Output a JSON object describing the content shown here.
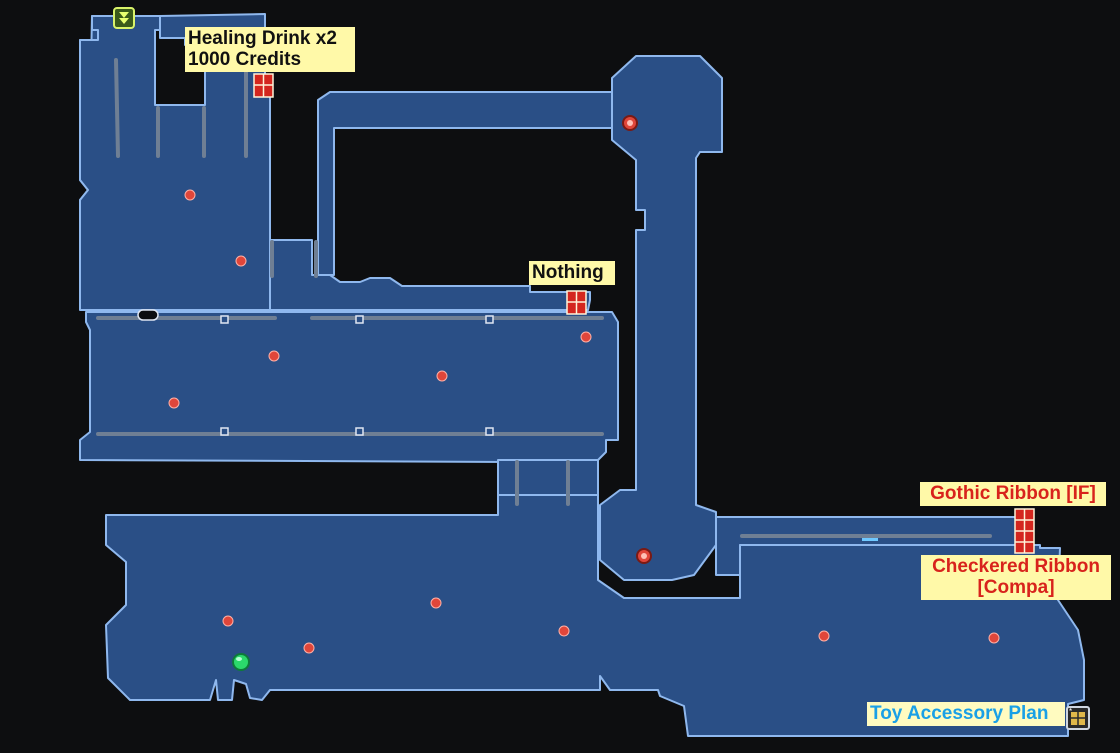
{
  "map": {
    "colors": {
      "background": "#0d0e10",
      "floor": "#2a4f86",
      "floor_border": "#8fb8ee",
      "rail": "#6f7f94",
      "enemy": "#e0463a",
      "player": "#2bd96b",
      "chest": "#d4261e",
      "label_bg": "#fff9a8"
    },
    "labels": {
      "top_chest": {
        "line1": "Healing Drink x2",
        "line2": "1000 Credits"
      },
      "mid_chest": {
        "text": "Nothing"
      },
      "right_chest_top": {
        "text": "Gothic Ribbon [IF]"
      },
      "right_chest_bottom": {
        "line1": "Checkered Ribbon",
        "line2": "[Compa]"
      },
      "plan": {
        "text": "Toy Accessory Plan"
      }
    },
    "icons": {
      "exit": "exit-arrow-icon",
      "chest": "treasure-chest-icon",
      "enemy": "enemy-symbol-icon",
      "player": "player-marker-icon",
      "plan": "plan-item-icon"
    }
  }
}
